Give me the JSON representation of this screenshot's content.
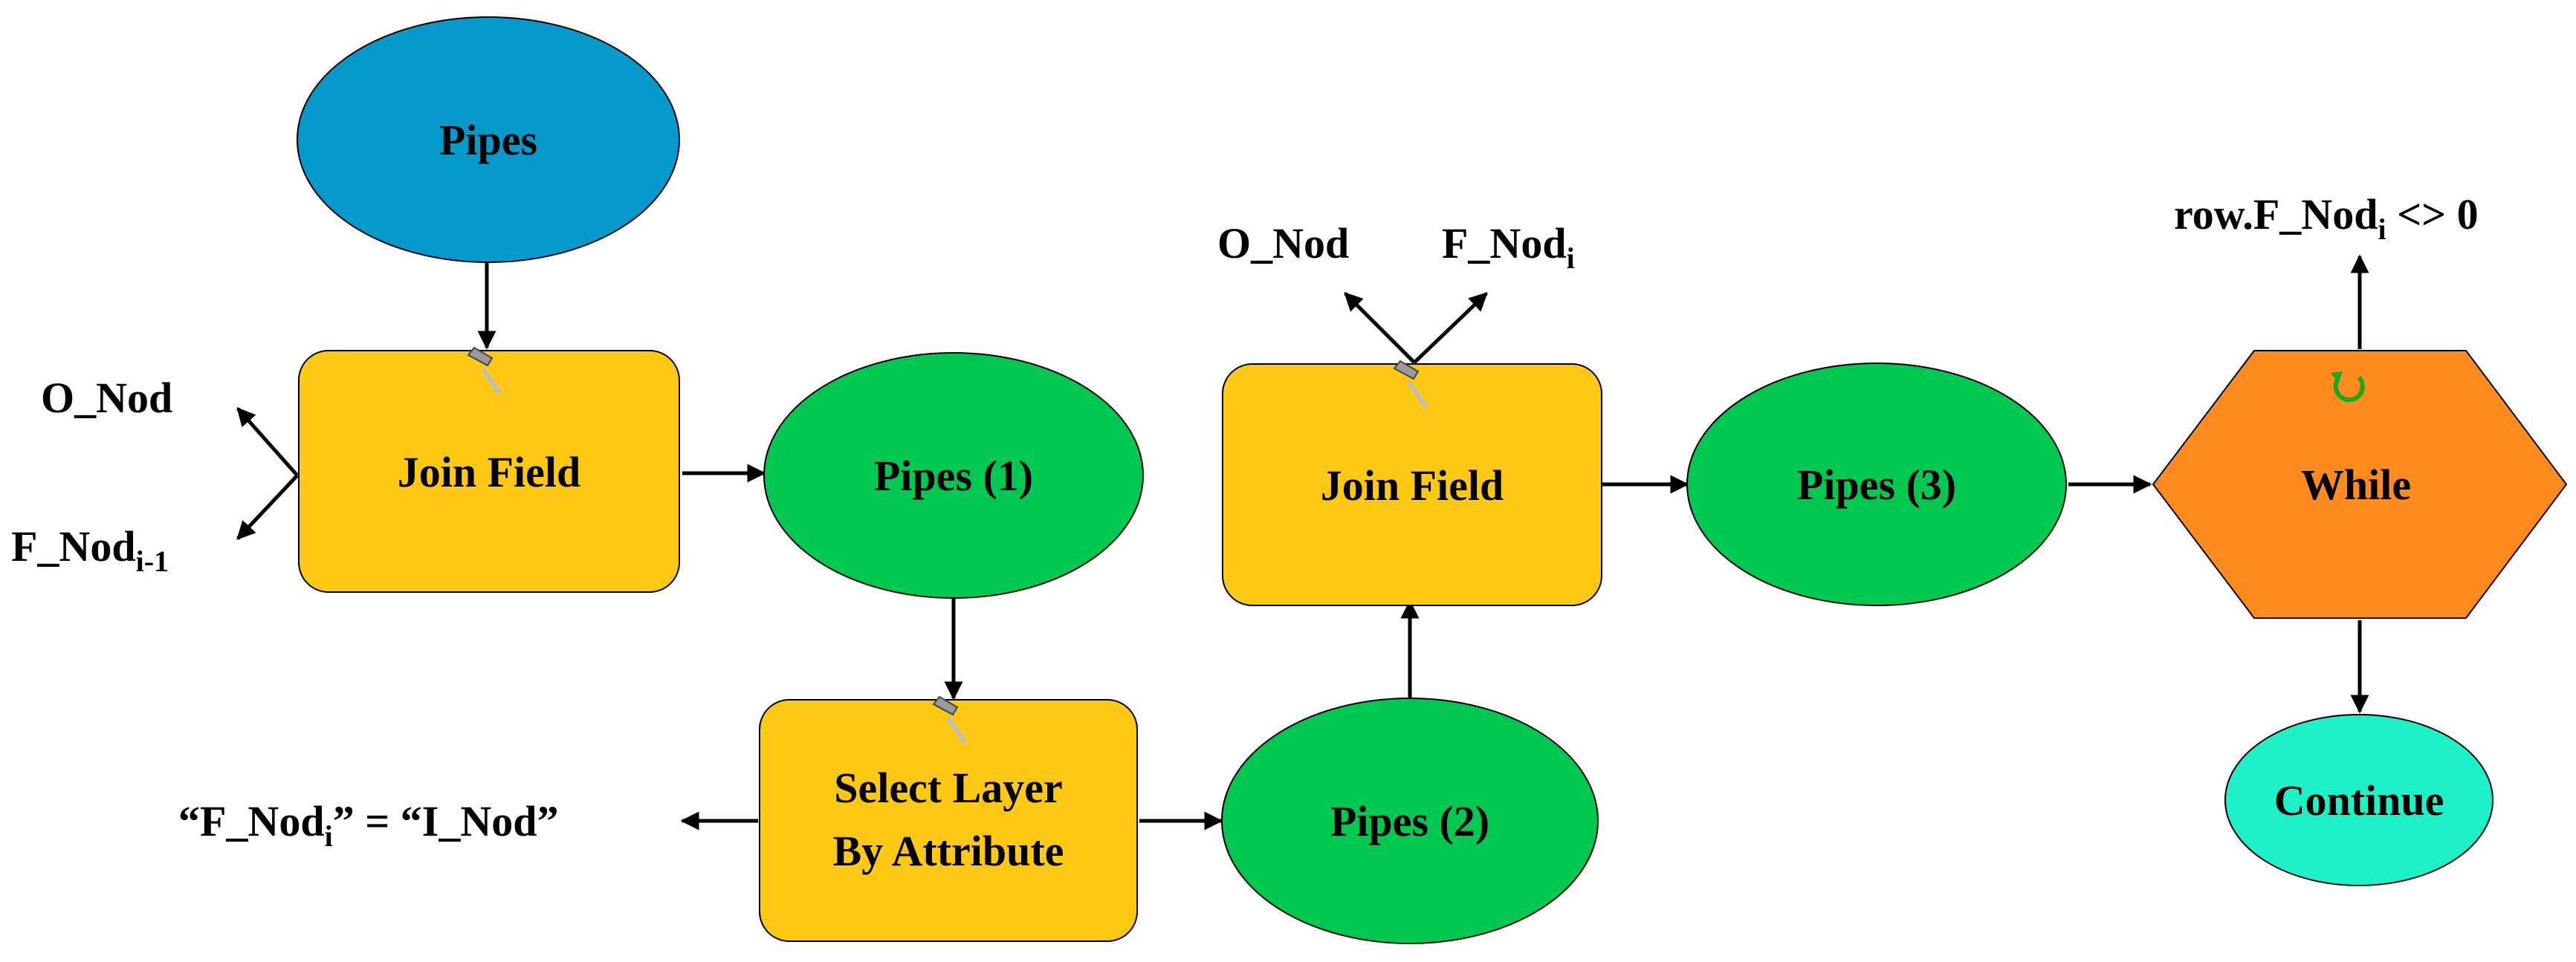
{
  "colors": {
    "pipes_input": "#0699CC",
    "pipes_output": "#00C850",
    "tool": "#FFC814",
    "while": "#FF8A1E",
    "continue": "#1EF0C8",
    "loop_icon": "#16A81E"
  },
  "nodes": {
    "pipes": "Pipes",
    "join_field_1": "Join Field",
    "pipes_1": "Pipes (1)",
    "select_line1": "Select Layer",
    "select_line2": "By Attribute",
    "pipes_2": "Pipes (2)",
    "join_field_2": "Join Field",
    "pipes_3": "Pipes (3)",
    "while": "While",
    "continue": "Continue"
  },
  "labels": {
    "o_nod_left": "O_Nod",
    "f_nod_left_base": "F_Nod",
    "f_nod_left_sub": "i-1",
    "o_nod_top": "O_Nod",
    "f_nod_top_base": "F_Nod",
    "f_nod_top_sub": "i",
    "expr_open": "“F_Nod",
    "expr_sub": "i",
    "expr_rest": "” = “I_Nod”",
    "cond_base": "row.F_Nod",
    "cond_sub": "i",
    "cond_rest": " <> 0"
  },
  "icons": {
    "tool_icon": "hammer-icon",
    "loop_icon": "loop-arrow-icon"
  }
}
